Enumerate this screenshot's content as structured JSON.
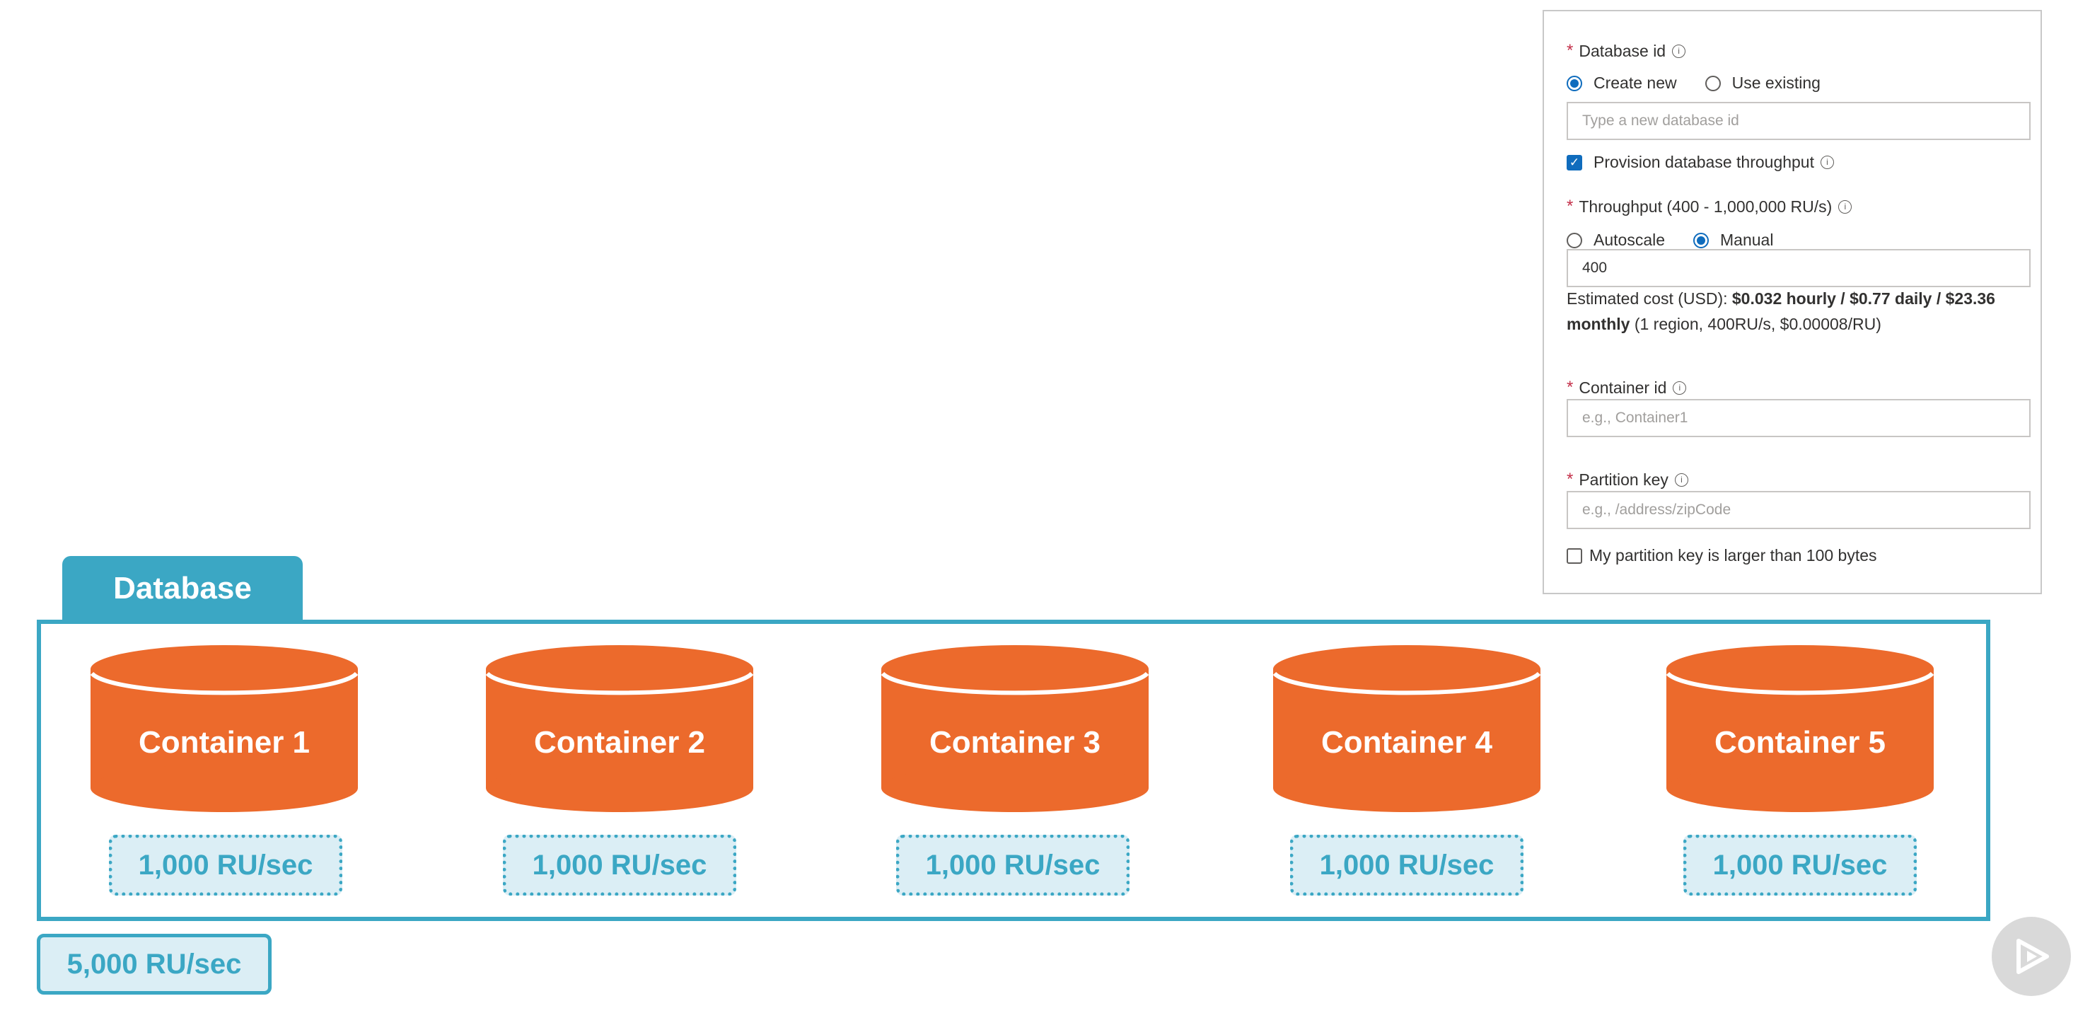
{
  "form": {
    "database_id": {
      "label": "Database id",
      "create_new_label": "Create new",
      "use_existing_label": "Use existing",
      "placeholder": "Type a new database id"
    },
    "provision_label": "Provision database throughput",
    "throughput": {
      "label": "Throughput (400 - 1,000,000 RU/s)",
      "autoscale_label": "Autoscale",
      "manual_label": "Manual",
      "value": "400"
    },
    "cost": {
      "prefix": "Estimated cost (USD): ",
      "bold": "$0.032 hourly / $0.77 daily / $23.36 monthly",
      "suffix": " (1 region, 400RU/s, $0.00008/RU)"
    },
    "container_id": {
      "label": "Container id",
      "placeholder": "e.g., Container1"
    },
    "partition_key": {
      "label": "Partition key",
      "placeholder": "e.g., /address/zipCode"
    },
    "large_key_label": "My partition key is larger than 100 bytes"
  },
  "diagram": {
    "database_label": "Database",
    "containers": [
      {
        "name": "Container 1",
        "throughput": "1,000 RU/sec"
      },
      {
        "name": "Container 2",
        "throughput": "1,000 RU/sec"
      },
      {
        "name": "Container 3",
        "throughput": "1,000 RU/sec"
      },
      {
        "name": "Container 4",
        "throughput": "1,000 RU/sec"
      },
      {
        "name": "Container 5",
        "throughput": "1,000 RU/sec"
      }
    ],
    "total_throughput": "5,000 RU/sec"
  },
  "colors": {
    "accent": "#3ba7c4",
    "container": "#ec6a2c",
    "primary": "#0f6cbd"
  },
  "icons": {
    "info": "info-icon",
    "play": "play-icon"
  }
}
